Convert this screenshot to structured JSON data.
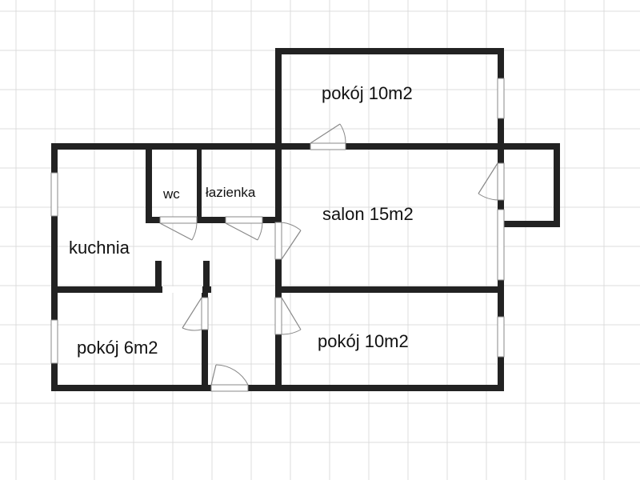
{
  "floor_plan": {
    "rooms": [
      {
        "id": "pokoj-10-top",
        "label": "pokój 10m2"
      },
      {
        "id": "wc",
        "label": "wc"
      },
      {
        "id": "lazienka",
        "label": "łazienka"
      },
      {
        "id": "salon",
        "label": "salon 15m2"
      },
      {
        "id": "kuchnia",
        "label": "kuchnia"
      },
      {
        "id": "pokoj-6",
        "label": "pokój 6m2"
      },
      {
        "id": "pokoj-10-bottom",
        "label": "pokój 10m2"
      }
    ]
  }
}
